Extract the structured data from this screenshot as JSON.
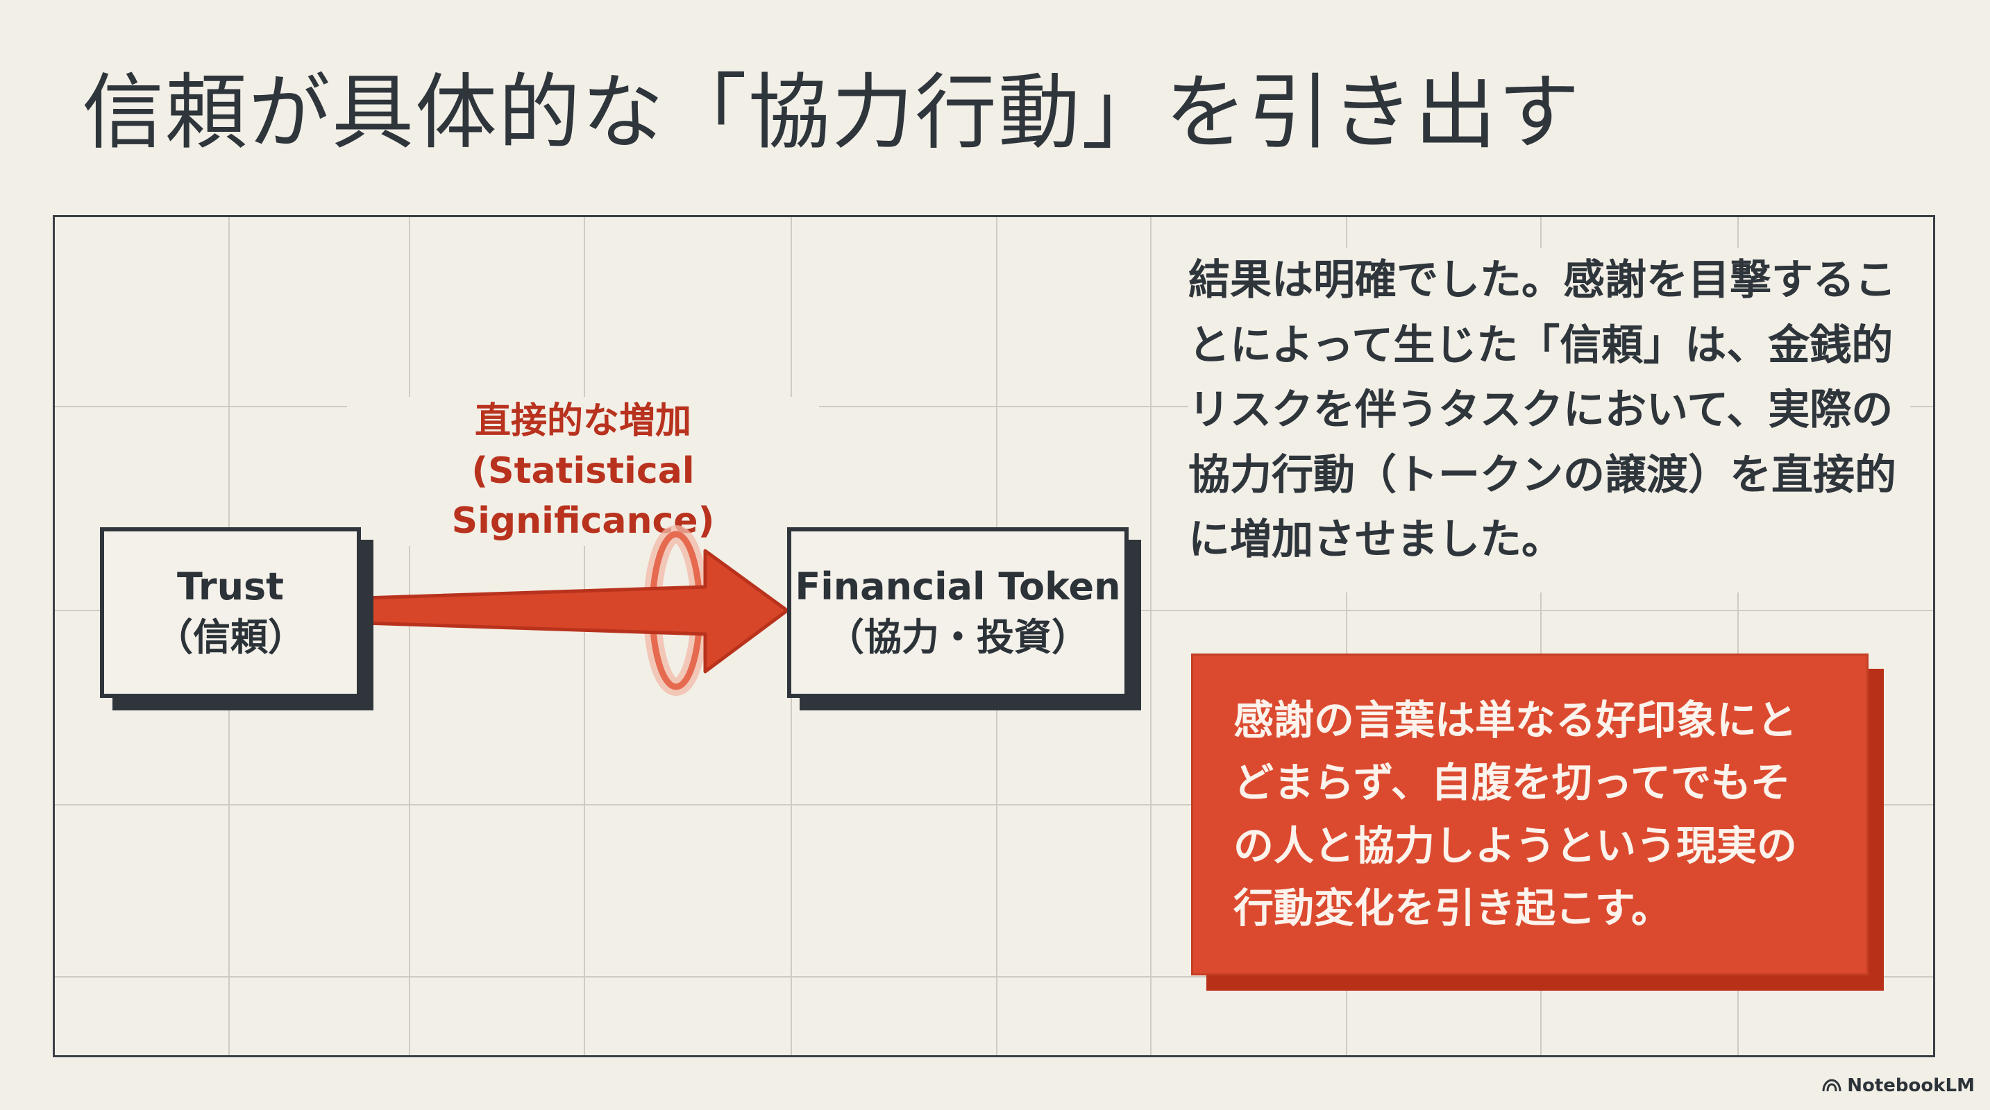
{
  "title": "信頼が具体的な「協力行動」を引き出す",
  "diagram": {
    "source_node": {
      "line1": "Trust",
      "line2": "（信頼）"
    },
    "target_node": {
      "line1": "Financial Token",
      "line2": "（協力・投資）"
    },
    "relation": {
      "line1": "直接的な増加",
      "line2": "(Statistical Significance)"
    }
  },
  "description": "結果は明確でした。感謝を目撃することによって生じた「信頼」は、金銭的リスクを伴うタスクにおいて、実際の協力行動（トークンの譲渡）を直接的に増加させました。",
  "callout": "感謝の言葉は単なる好印象にとどまらず、自腹を切ってでもその人と協力しようという現実の行動変化を引き起こす。",
  "footer": {
    "brand": "NotebookLM",
    "logo_icon": "notebooklm-logo-icon"
  },
  "colors": {
    "background": "#f2efe7",
    "accent_red": "#db4a2f",
    "dark": "#2f353b"
  }
}
